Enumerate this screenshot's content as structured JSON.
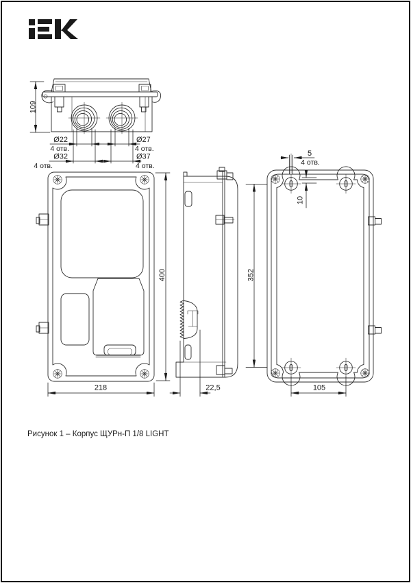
{
  "page": {
    "background": "#ffffff",
    "frame_color": "#161616"
  },
  "logo": {
    "text": "IEK"
  },
  "caption": "Рисунок 1 – Корпус ЩУРн-П 1/8 LIGHT",
  "dims": {
    "top_height": "109",
    "gland_small_left": "Ø22",
    "gland_large_left": "Ø32",
    "gland_small_right": "Ø27",
    "gland_large_right": "Ø37",
    "holes_count": "4 отв.",
    "front_height": "400",
    "front_width": "218",
    "side_depth": "22,5",
    "back_hole_v_span": "352",
    "back_hole_h_span": "105",
    "back_slot_width": "5",
    "back_hole_offset": "10"
  }
}
